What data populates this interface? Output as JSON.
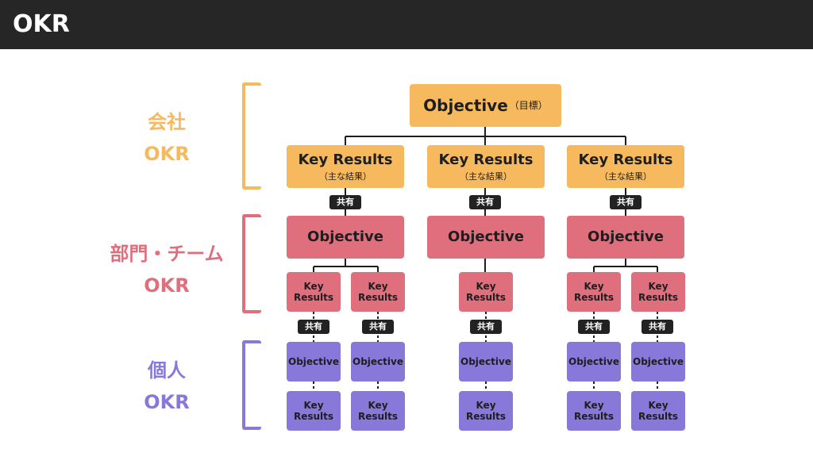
{
  "header": {
    "title": "OKR"
  },
  "levels": {
    "company": {
      "line1": "会社",
      "line2": "OKR",
      "color": "#f6b95e"
    },
    "department": {
      "line1": "部門・チーム",
      "line2": "OKR",
      "color": "#e06f7e"
    },
    "individual": {
      "line1": "個人",
      "line2": "OKR",
      "color": "#8878da"
    }
  },
  "company": {
    "objective": {
      "main": "Objective",
      "sub": "（目標）"
    },
    "key_results": [
      {
        "main": "Key Results",
        "sub": "（主な結果）"
      },
      {
        "main": "Key Results",
        "sub": "（主な結果）"
      },
      {
        "main": "Key Results",
        "sub": "（主な結果）"
      }
    ]
  },
  "share_label": "共有",
  "department": {
    "objectives": [
      "Objective",
      "Objective",
      "Objective"
    ],
    "key_results": [
      "Key Results",
      "Key Results",
      "Key Results",
      "Key Results",
      "Key Results"
    ]
  },
  "individual": {
    "objectives": [
      "Objective",
      "Objective",
      "Objective",
      "Objective",
      "Objective"
    ],
    "key_results": [
      "Key Results",
      "Key Results",
      "Key Results",
      "Key Results",
      "Key Results"
    ]
  }
}
